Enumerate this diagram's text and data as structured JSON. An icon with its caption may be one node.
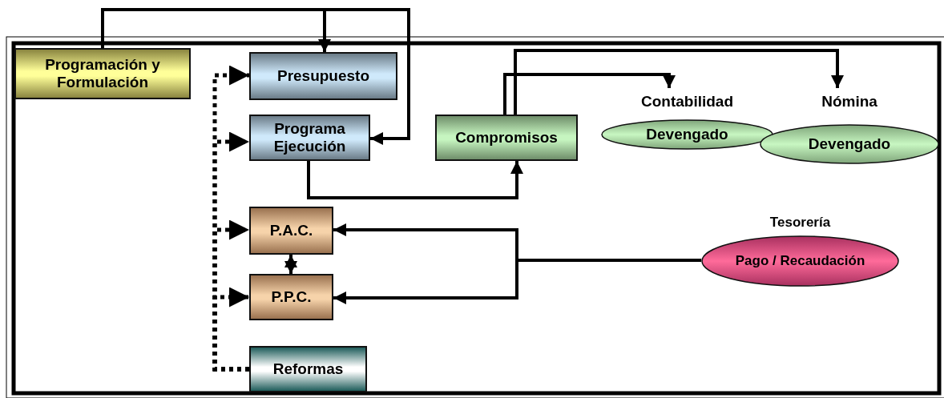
{
  "diagram": {
    "nodes": [
      {
        "text": [
          "Programación y Formulación"
        ]
      },
      {
        "text": [
          "Presupuesto"
        ]
      },
      {
        "text": [
          "Programa Ejecución"
        ]
      },
      {
        "text": [
          "Compromisos"
        ]
      },
      {
        "text": [
          "Contabilidad",
          "Devengado"
        ]
      },
      {
        "text": [
          "Nómina",
          "Devengado"
        ]
      },
      {
        "text": [
          "P.A.C."
        ]
      },
      {
        "text": [
          "P.P.C."
        ]
      },
      {
        "text": [
          "Reformas"
        ]
      },
      {
        "text": [
          "Tesorería",
          "Pago / Recaudación"
        ]
      }
    ],
    "edges": [
      {
        "from": 0,
        "to": 1,
        "arrow": "to"
      },
      {
        "from": 0,
        "to": 2,
        "arrow": "to"
      },
      {
        "from": 8,
        "to": 1,
        "arrow": "to",
        "style": "dashed"
      },
      {
        "from": 8,
        "to": 2,
        "arrow": "to",
        "style": "dashed"
      },
      {
        "from": 8,
        "to": 6,
        "arrow": "to",
        "style": "dashed"
      },
      {
        "from": 8,
        "to": 7,
        "arrow": "to",
        "style": "dashed"
      },
      {
        "from": 6,
        "to": 7,
        "arrow": "both"
      },
      {
        "from": 2,
        "to": 3,
        "arrow": "to"
      },
      {
        "from": 3,
        "to": 4,
        "arrow": "to"
      },
      {
        "from": 3,
        "to": 5,
        "arrow": "to"
      },
      {
        "from": 9,
        "to": 6,
        "arrow": "to"
      },
      {
        "from": 9,
        "to": 7,
        "arrow": "to"
      }
    ]
  }
}
